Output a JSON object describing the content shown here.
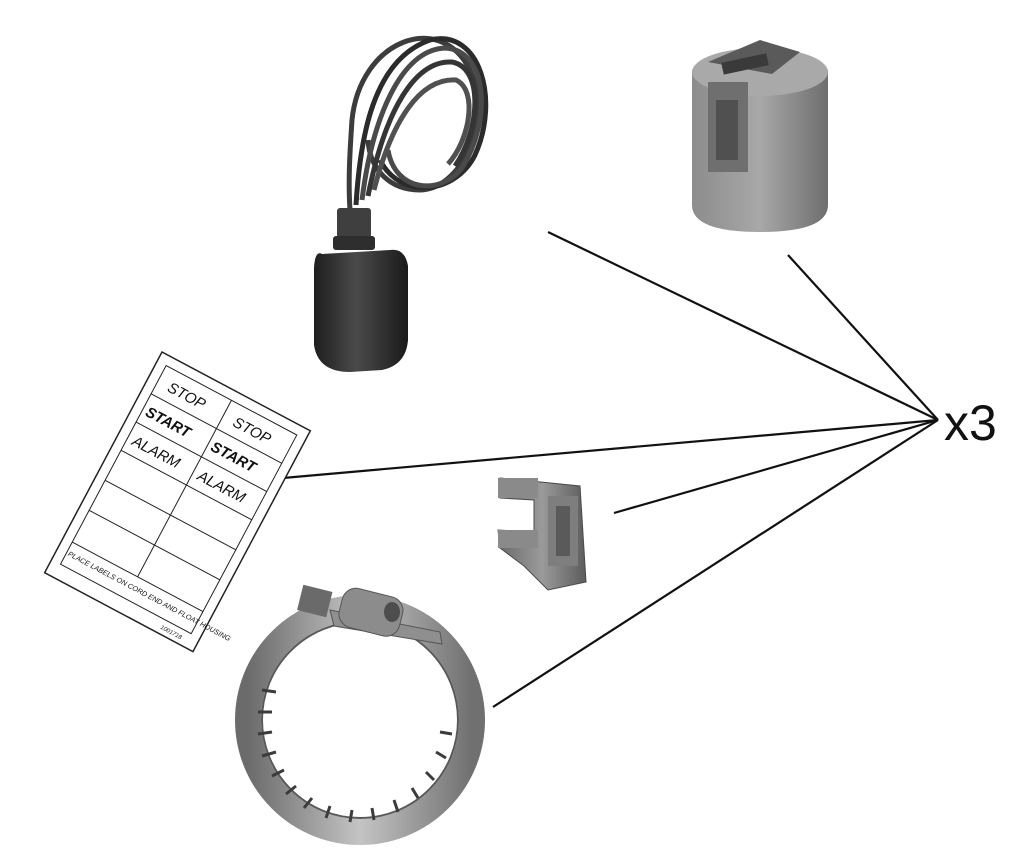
{
  "quantity_label": "x3",
  "label_sheet": {
    "labels": [
      "STOP",
      "STOP",
      "START",
      "START",
      "ALARM",
      "ALARM"
    ],
    "instruction": "PLACE LABELS ON CORD END AND FLOAT HOUSING",
    "part_number": "1001718"
  },
  "parts": [
    {
      "name": "float-switch"
    },
    {
      "name": "mounting-clip-housing"
    },
    {
      "name": "label-sheet"
    },
    {
      "name": "cord-clip"
    },
    {
      "name": "hose-clamp"
    }
  ],
  "colors": {
    "line": "#111111",
    "part_dark": "#3a3a3a",
    "part_mid": "#8a8a8a",
    "part_light": "#b8b8b8"
  }
}
